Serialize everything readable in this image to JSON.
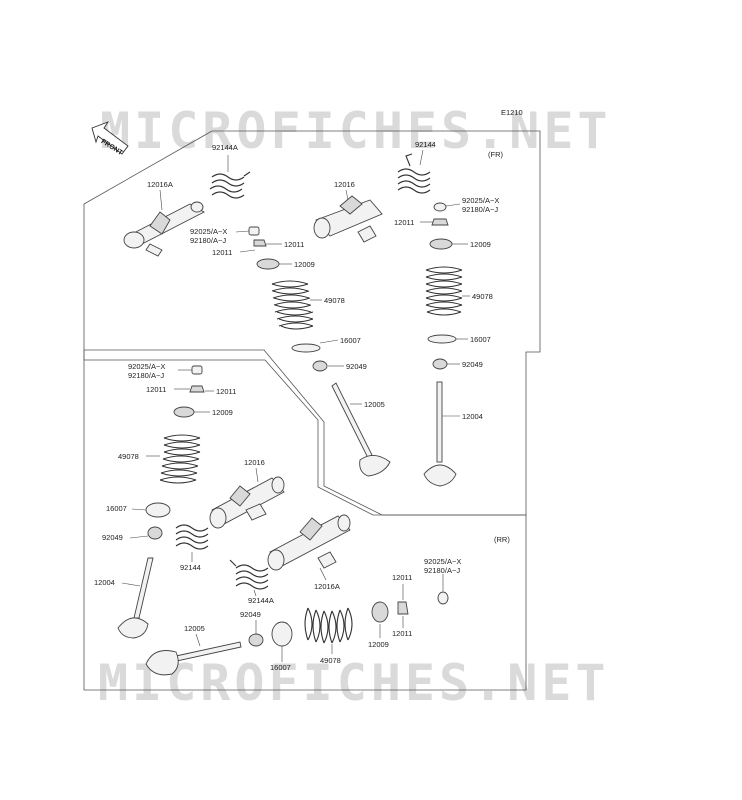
{
  "diagram_id": "E1210",
  "watermark": {
    "text": "MICROFICHES.NET",
    "color": "#d4d4d4"
  },
  "front_label": "FRONT",
  "sections": {
    "front": "(FR)",
    "rear": "(RR)"
  },
  "labels": {
    "fr_92144A": "92144A",
    "fr_12016A": "12016A",
    "fr_92025_l": "92025/A~X",
    "fr_92180_l": "92180/A~J",
    "fr_12011_l1": "12011",
    "fr_12011_l2": "12011",
    "fr_12009_l": "12009",
    "fr_49078_l": "49078",
    "fr_16007_l": "16007",
    "fr_92049_l": "92049",
    "fr_12005": "12005",
    "fr_12016": "12016",
    "fr_92144": "92144",
    "fr_92025_r": "92025/A~X",
    "fr_92180_r": "92180/A~J",
    "fr_12011_r": "12011",
    "fr_12009_r": "12009",
    "fr_49078_r": "49078",
    "fr_16007_r": "16007",
    "fr_92049_r": "92049",
    "fr_12004": "12004",
    "rr_92025_l": "92025/A~X",
    "rr_92180_l": "92180/A~J",
    "rr_12011_a": "12011",
    "rr_12011_b": "12011",
    "rr_12009_l": "12009",
    "rr_49078_l": "49078",
    "rr_12016": "12016",
    "rr_16007_l": "16007",
    "rr_92049_l": "92049",
    "rr_92144": "92144",
    "rr_12004": "12004",
    "rr_12016A": "12016A",
    "rr_92144A": "92144A",
    "rr_92049_b": "92049",
    "rr_12005": "12005",
    "rr_16007_b": "16007",
    "rr_49078_b": "49078",
    "rr_12009_b": "12009",
    "rr_12011_c": "12011",
    "rr_12011_d": "12011",
    "rr_92025_r": "92025/A~X",
    "rr_92180_r": "92180/A~J"
  }
}
